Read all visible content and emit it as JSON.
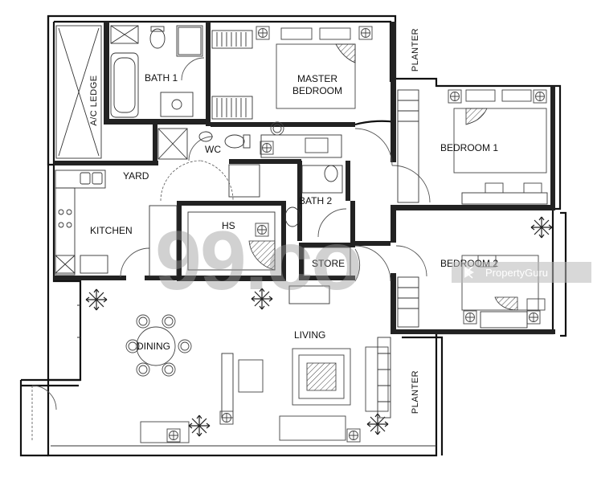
{
  "rooms": {
    "master_bedroom": [
      "MASTER",
      "BEDROOM"
    ],
    "bath1": "BATH 1",
    "ac_ledge": "A/C LEDGE",
    "planter_top": "PLANTER",
    "bedroom1": "BEDROOM 1",
    "wc": "WC",
    "yard": "YARD",
    "bath2": "BATH 2",
    "kitchen": "KITCHEN",
    "hs": "HS",
    "store": "STORE",
    "bedroom2": "BEDROOM 2",
    "dining": "DINING",
    "living": "LIVING",
    "planter_bottom": "PLANTER"
  },
  "watermarks": {
    "main": "99.co",
    "brand": "PropertyGuru"
  },
  "colors": {
    "wall": "#111111",
    "line": "#444444",
    "watermark": "#9a9a9a",
    "banner": "#b8b8b8"
  }
}
